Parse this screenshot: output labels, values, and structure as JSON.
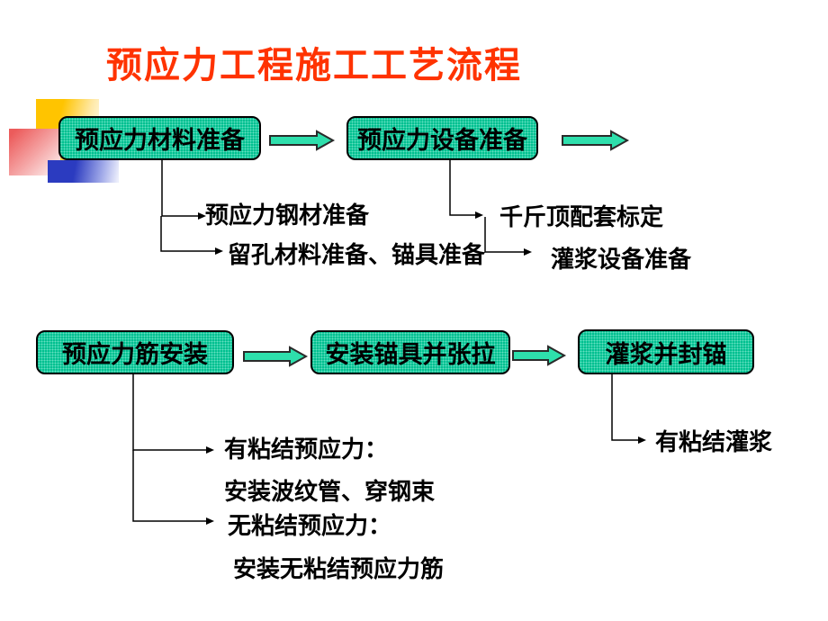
{
  "slide": {
    "title": "预应力工程施工工艺流程"
  },
  "colors": {
    "title": "#FF3300",
    "box-fill": "#00CC99",
    "box-border": "#000000",
    "arrow-fill": "#2EDFAC",
    "arrow-stroke": "#2A2A2A",
    "line": "#000000"
  },
  "boxes": [
    {
      "label": "预应力材料准备"
    },
    {
      "label": "预应力设备准备"
    },
    {
      "label": "预应力筋安装"
    },
    {
      "label": "安装锚具并张拉"
    },
    {
      "label": "灌浆并封锚"
    }
  ],
  "subitems": [
    {
      "text": "预应力钢材准备"
    },
    {
      "text": "留孔材料准备、锚具准备"
    },
    {
      "text": "千斤顶配套标定"
    },
    {
      "text": "灌浆设备准备"
    },
    {
      "text": "有粘结预应力："
    },
    {
      "text": "安装波纹管、穿钢束"
    },
    {
      "text": "无粘结预应力："
    },
    {
      "text": "安装无粘结预应力筋"
    },
    {
      "text": "有粘结灌浆"
    }
  ]
}
